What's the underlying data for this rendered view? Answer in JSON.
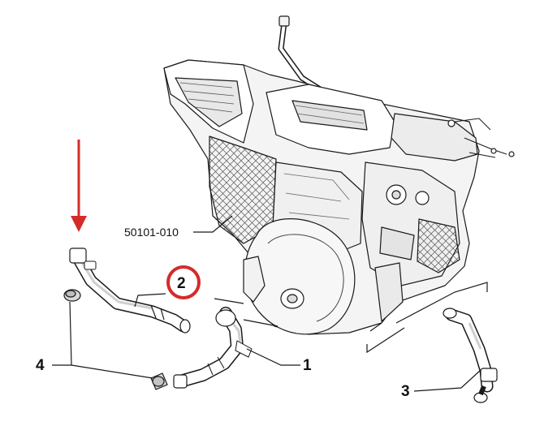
{
  "diagram": {
    "part_code": "50101-010",
    "callouts": [
      "1",
      "2",
      "3",
      "4"
    ],
    "highlighted_callout": "2",
    "colors": {
      "line": "#1a1a1a",
      "shade": "#d9d9d9",
      "accent": "#d42b2b"
    },
    "icons": [
      "down-arrow-icon"
    ]
  }
}
